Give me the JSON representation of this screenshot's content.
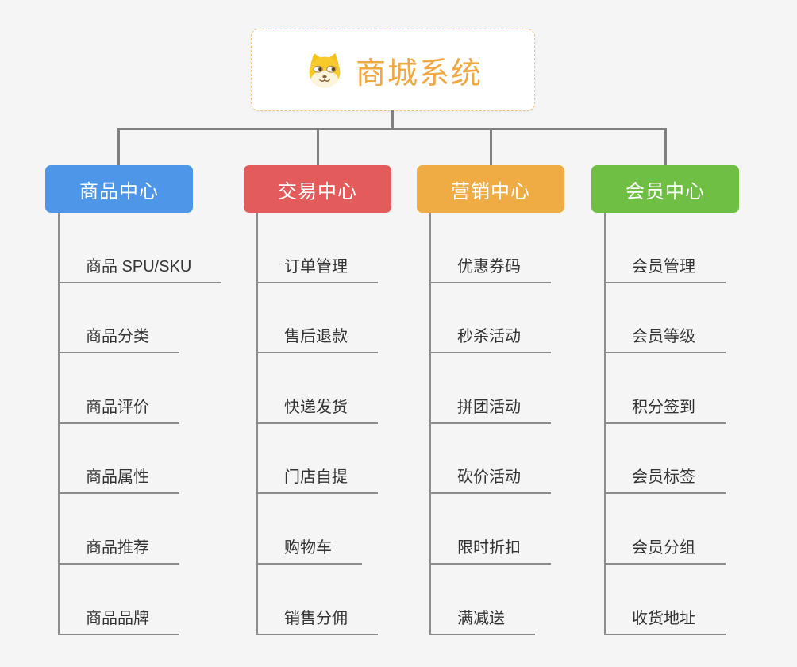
{
  "root": {
    "title": "商城系统",
    "icon": "shiba-dog-icon"
  },
  "colors": {
    "background": "#f5f5f6",
    "connector": "#808080",
    "item_line": "#8c8c8c",
    "item_text": "#333333",
    "root_text": "#f0a843",
    "root_border": "#f2c27b",
    "branch_text": "#ffffff"
  },
  "branches": [
    {
      "label": "商品中心",
      "color": "#4d96e8",
      "items": [
        "商品 SPU/SKU",
        "商品分类",
        "商品评价",
        "商品属性",
        "商品推荐",
        "商品品牌"
      ]
    },
    {
      "label": "交易中心",
      "color": "#e45b5b",
      "items": [
        "订单管理",
        "售后退款",
        "快递发货",
        "门店自提",
        "购物车",
        "销售分佣"
      ]
    },
    {
      "label": "营销中心",
      "color": "#efac44",
      "items": [
        "优惠券码",
        "秒杀活动",
        "拼团活动",
        "砍价活动",
        "限时折扣",
        "满减送"
      ]
    },
    {
      "label": "会员中心",
      "color": "#6fbf44",
      "items": [
        "会员管理",
        "会员等级",
        "积分签到",
        "会员标签",
        "会员分组",
        "收货地址"
      ]
    }
  ]
}
